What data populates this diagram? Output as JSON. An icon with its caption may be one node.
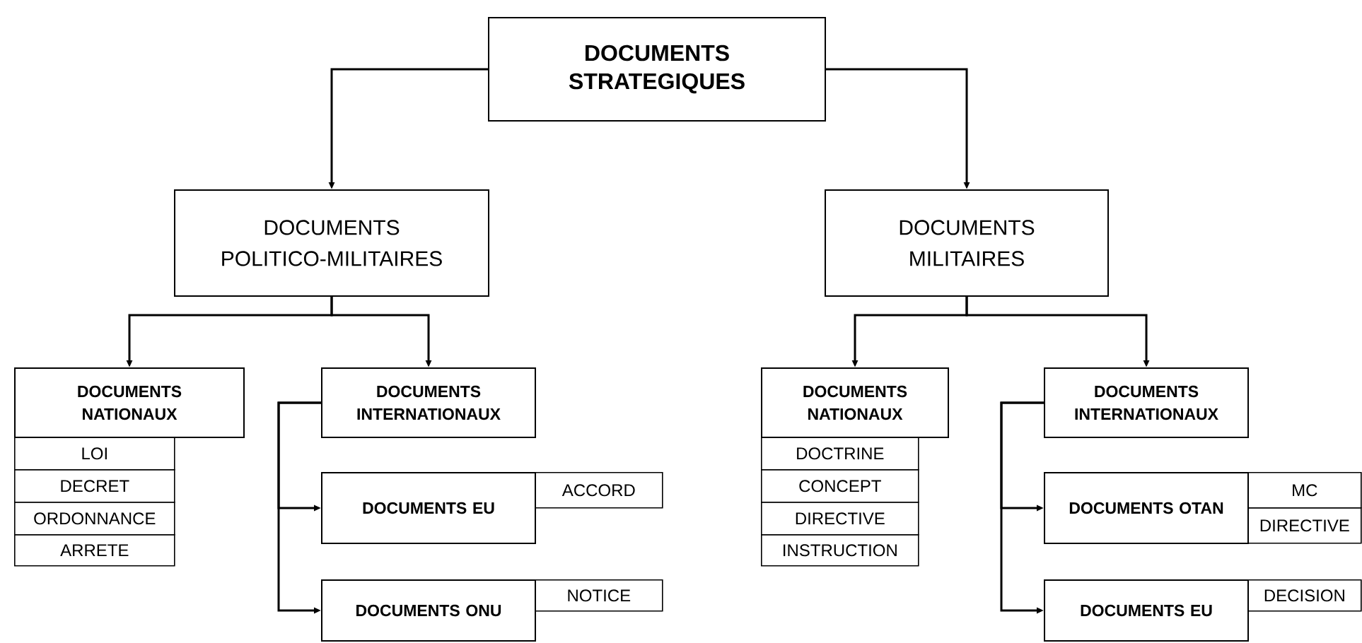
{
  "diagram": {
    "nodes": [
      {
        "text": [
          "DOCUMENTS STRATEGIQUES"
        ]
      },
      {
        "text": [
          "DOCUMENTS POLITICO-MILITAIRES"
        ]
      },
      {
        "text": [
          "DOCUMENTS MILITAIRES"
        ]
      },
      {
        "text": [
          "DOCUMENTS NATIONAUX"
        ]
      },
      {
        "text": [
          "LOI"
        ]
      },
      {
        "text": [
          "DECRET"
        ]
      },
      {
        "text": [
          "ORDONNANCE"
        ]
      },
      {
        "text": [
          "ARRETE"
        ]
      },
      {
        "text": [
          "DOCUMENTS INTERNATIONAUX"
        ]
      },
      {
        "text": [
          "DOCUMENTS EU"
        ]
      },
      {
        "text": [
          "ACCORD"
        ]
      },
      {
        "text": [
          "DOCUMENTS ONU"
        ]
      },
      {
        "text": [
          "NOTICE"
        ]
      },
      {
        "text": [
          "DOCUMENTS NATIONAUX"
        ]
      },
      {
        "text": [
          "DOCTRINE"
        ]
      },
      {
        "text": [
          "CONCEPT"
        ]
      },
      {
        "text": [
          "DIRECTIVE"
        ]
      },
      {
        "text": [
          "INSTRUCTION"
        ]
      },
      {
        "text": [
          "DOCUMENTS INTERNATIONAUX"
        ]
      },
      {
        "text": [
          "DOCUMENTS OTAN"
        ]
      },
      {
        "text": [
          "MC"
        ]
      },
      {
        "text": [
          "DIRECTIVE"
        ]
      },
      {
        "text": [
          "DOCUMENTS EU"
        ]
      },
      {
        "text": [
          "DECISION"
        ]
      }
    ],
    "edges": [
      {
        "from": 0,
        "to": 1,
        "arrow": "to"
      },
      {
        "from": 0,
        "to": 2,
        "arrow": "to"
      },
      {
        "from": 1,
        "to": 3,
        "arrow": "to"
      },
      {
        "from": 1,
        "to": 8,
        "arrow": "to"
      },
      {
        "from": 8,
        "to": 9,
        "arrow": "to"
      },
      {
        "from": 8,
        "to": 11,
        "arrow": "to"
      },
      {
        "from": 2,
        "to": 13,
        "arrow": "to"
      },
      {
        "from": 2,
        "to": 18,
        "arrow": "to"
      },
      {
        "from": 18,
        "to": 19,
        "arrow": "to"
      },
      {
        "from": 18,
        "to": 22,
        "arrow": "to"
      }
    ]
  }
}
